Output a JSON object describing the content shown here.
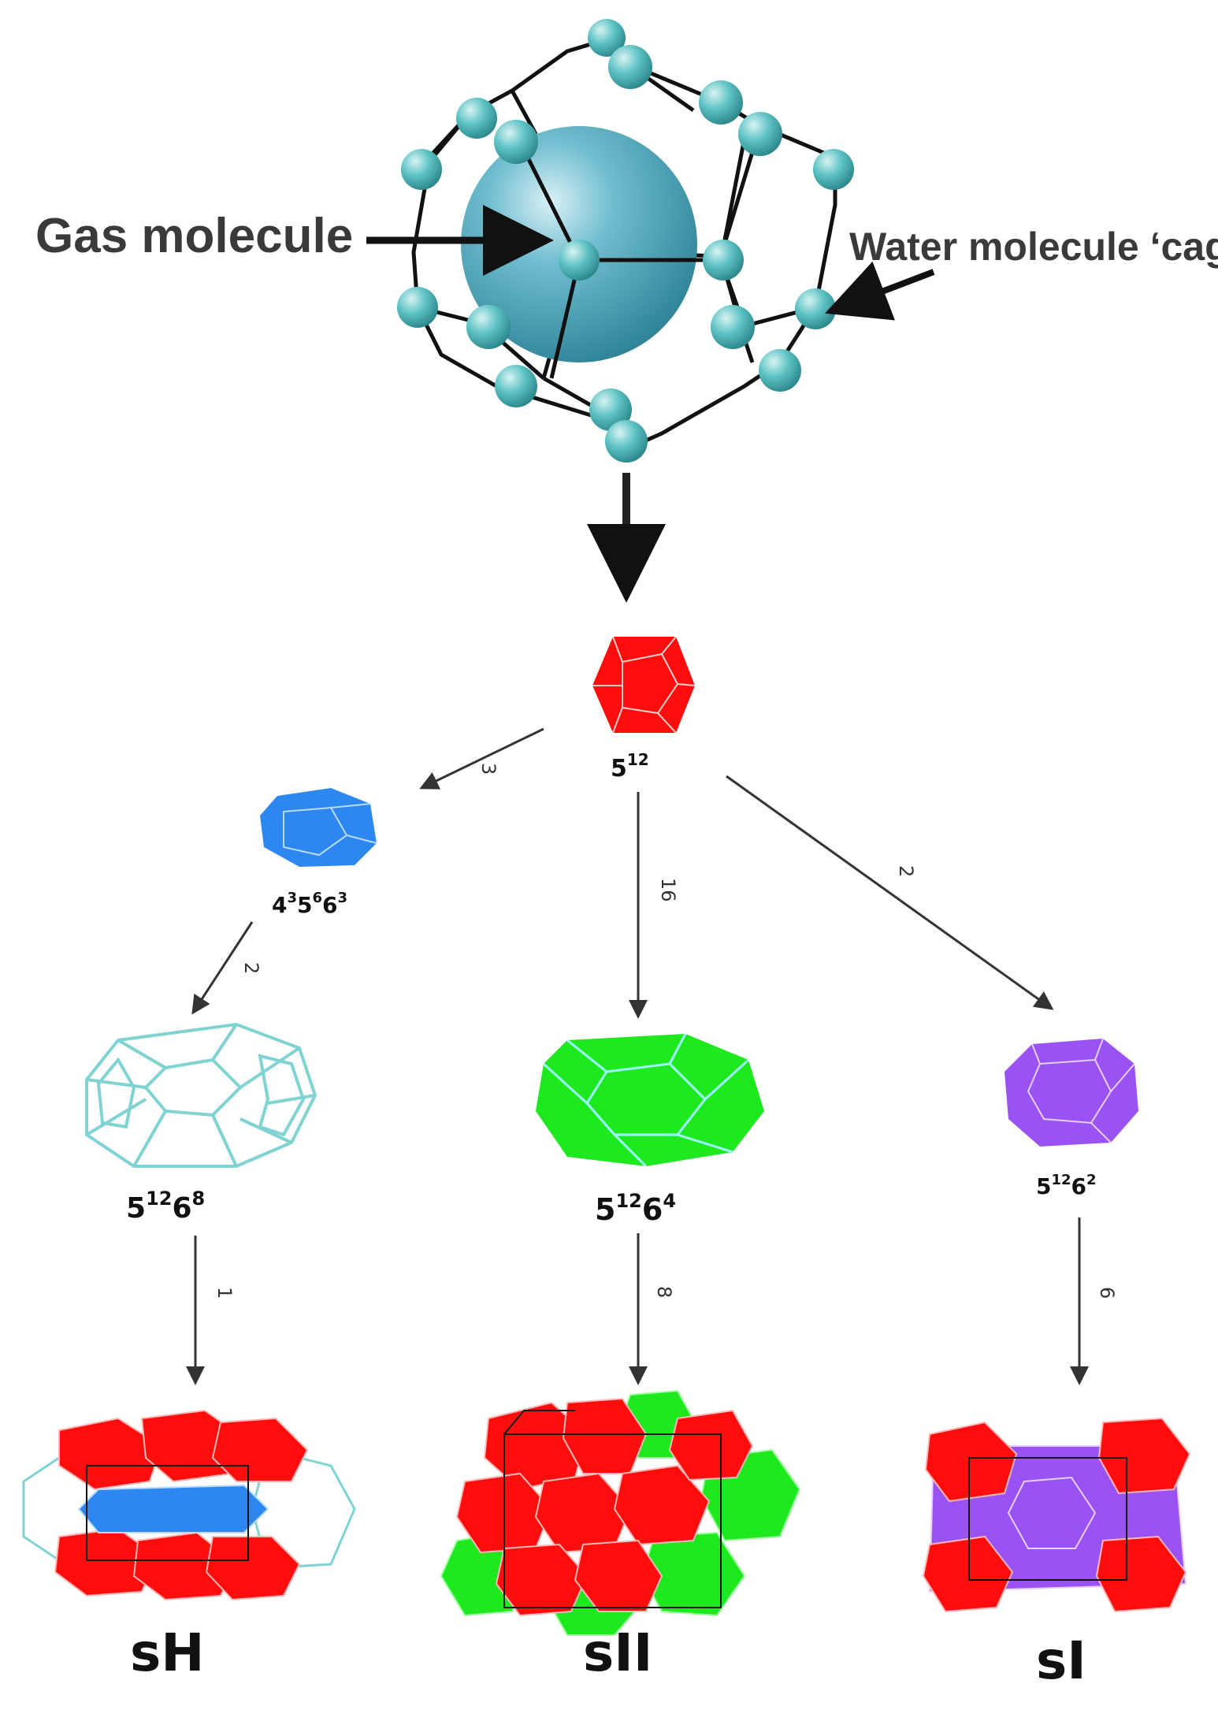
{
  "labels": {
    "gas_molecule": "Gas molecule",
    "water_cage": "Water molecule ‘cage"
  },
  "cages": {
    "c512": {
      "base": "5",
      "sup": "12"
    },
    "c435663": {
      "parts": [
        {
          "b": "4",
          "s": "3"
        },
        {
          "b": "5",
          "s": "6"
        },
        {
          "b": "6",
          "s": "3"
        }
      ]
    },
    "c51268": {
      "parts": [
        {
          "b": "5",
          "s": "12"
        },
        {
          "b": "6",
          "s": "8"
        }
      ]
    },
    "c51264": {
      "parts": [
        {
          "b": "5",
          "s": "12"
        },
        {
          "b": "6",
          "s": "4"
        }
      ]
    },
    "c51262": {
      "parts": [
        {
          "b": "5",
          "s": "12"
        },
        {
          "b": "6",
          "s": "2"
        }
      ]
    }
  },
  "counts": {
    "to_435663": "3",
    "to_51264": "16",
    "to_51262": "2",
    "to_51268": "2",
    "to_sH": "1",
    "to_sII": "8",
    "to_sI": "6"
  },
  "structures": {
    "sH": "sH",
    "sII": "sII",
    "sI": "sI"
  },
  "colors": {
    "sphere": "#5fb4c6",
    "atom": "#56b8bf",
    "red_cage": "#ff0d0d",
    "blue_cage": "#2c88f0",
    "cyan_wire": "#7fd3d3",
    "green_cage": "#1ee81e",
    "purple_cage": "#9b52f2"
  }
}
